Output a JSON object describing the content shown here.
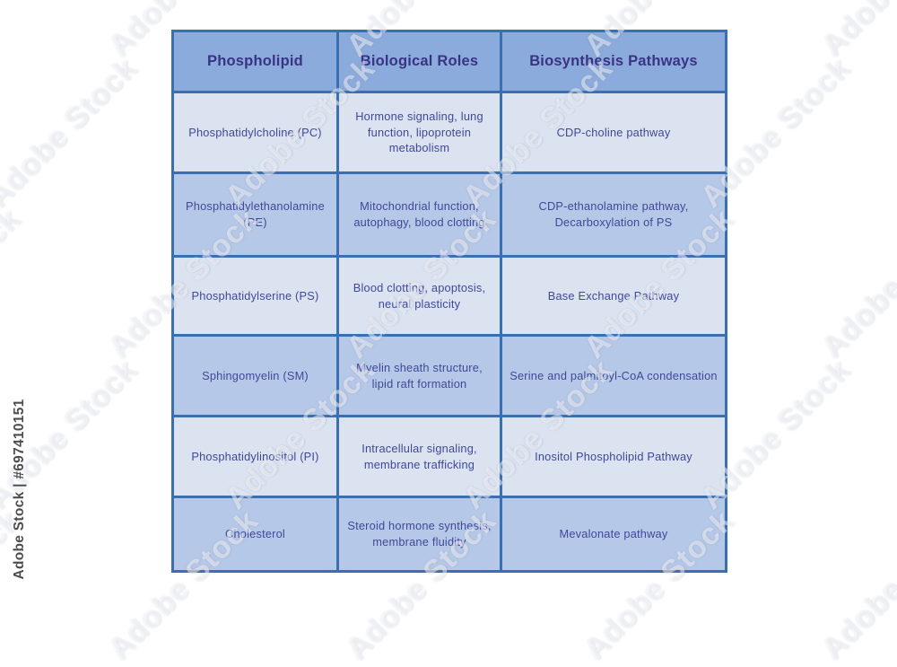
{
  "watermarks": {
    "stock_id_label": "Adobe Stock | #697410151",
    "tile_text": "Adobe Stock"
  },
  "table": {
    "headers": [
      "Phospholipid",
      "Biological Roles",
      "Biosynthesis Pathways"
    ],
    "rows": [
      [
        "Phosphatidylcholine (PC)",
        "Hormone signaling, lung function, lipoprotein metabolism",
        "CDP-choline pathway"
      ],
      [
        "Phosphatidylethanolamine (PE)",
        "Mitochondrial function, autophagy, blood clotting",
        "CDP-ethanolamine pathway, Decarboxylation of PS"
      ],
      [
        "Phosphatidylserine (PS)",
        "Blood clotting, apoptosis, neural plasticity",
        "Base Exchange Pathway"
      ],
      [
        "Sphingomyelin (SM)",
        "Myelin sheath structure, lipid raft formation",
        "Serine and palmitoyl-CoA condensation"
      ],
      [
        "Phosphatidylinositol (PI)",
        "Intracellular signaling, membrane trafficking",
        "Inositol Phospholipid Pathway"
      ],
      [
        "Cholesterol",
        "Steroid hormone synthesis, membrane fluidity",
        "Mevalonate pathway"
      ]
    ],
    "colors": {
      "header_bg": "#8babdc",
      "row_light": "#dbe3f1",
      "row_dark": "#b6c8e7",
      "grid_border": "#3a70b2",
      "outer_border": "#2c64a8",
      "header_text": "#3a3385",
      "body_text": "#3f4899"
    }
  },
  "chart_data": {
    "type": "table",
    "title": "",
    "columns": [
      "Phospholipid",
      "Biological Roles",
      "Biosynthesis Pathways"
    ],
    "rows": [
      [
        "Phosphatidylcholine (PC)",
        "Hormone signaling, lung function, lipoprotein metabolism",
        "CDP-choline pathway"
      ],
      [
        "Phosphatidylethanolamine (PE)",
        "Mitochondrial function, autophagy, blood clotting",
        "CDP-ethanolamine pathway, Decarboxylation of PS"
      ],
      [
        "Phosphatidylserine (PS)",
        "Blood clotting, apoptosis, neural plasticity",
        "Base Exchange Pathway"
      ],
      [
        "Sphingomyelin (SM)",
        "Myelin sheath structure, lipid raft formation",
        "Serine and palmitoyl-CoA condensation"
      ],
      [
        "Phosphatidylinositol (PI)",
        "Intracellular signaling, membrane trafficking",
        "Inositol Phospholipid Pathway"
      ],
      [
        "Cholesterol",
        "Steroid hormone synthesis, membrane fluidity",
        "Mevalonate pathway"
      ]
    ],
    "layout_hints": {
      "header_row": true,
      "alternating_row_shading": true,
      "text_alignment": "center"
    }
  }
}
